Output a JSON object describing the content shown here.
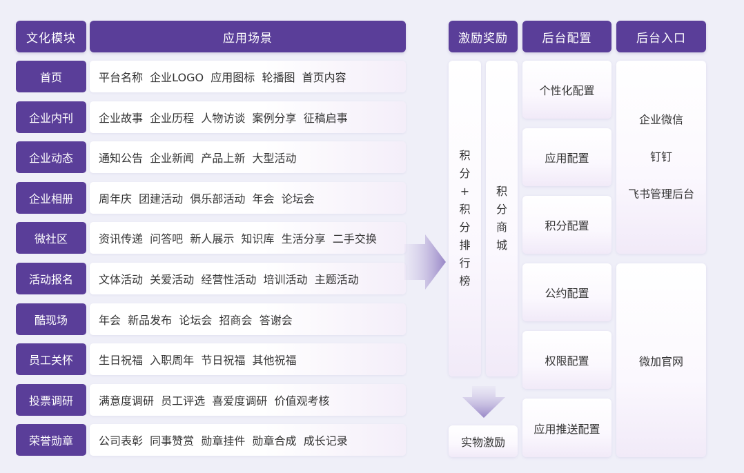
{
  "headers": {
    "culture_module": "文化模块",
    "application_scene": "应用场景",
    "incentive_reward": "激励奖励",
    "backend_config": "后台配置",
    "backend_entry": "后台入口"
  },
  "modules": [
    {
      "label": "首页",
      "scenes": "平台名称  企业LOGO  应用图标  轮播图  首页内容"
    },
    {
      "label": "企业内刊",
      "scenes": "企业故事  企业历程  人物访谈  案例分享  征稿启事"
    },
    {
      "label": "企业动态",
      "scenes": "通知公告  企业新闻  产品上新  大型活动"
    },
    {
      "label": "企业相册",
      "scenes": "周年庆  团建活动  俱乐部活动  年会  论坛会"
    },
    {
      "label": "微社区",
      "scenes": "资讯传递  问答吧  新人展示  知识库  生活分享  二手交换"
    },
    {
      "label": "活动报名",
      "scenes": "文体活动  关爱活动  经营性活动  培训活动  主题活动"
    },
    {
      "label": "酷现场",
      "scenes": "年会  新品发布  论坛会  招商会  答谢会"
    },
    {
      "label": "员工关怀",
      "scenes": "生日祝福  入职周年  节日祝福  其他祝福"
    },
    {
      "label": "投票调研",
      "scenes": "满意度调研  员工评选  喜爱度调研  价值观考核"
    },
    {
      "label": "荣誉勋章",
      "scenes": "公司表彰  同事赞赏  勋章挂件  勋章合成  成长记录"
    }
  ],
  "rewards": {
    "points_ranking": [
      "积",
      "分",
      "+",
      "积",
      "分",
      "排",
      "行",
      "榜"
    ],
    "points_mall": [
      "积",
      "分",
      "商",
      "城"
    ],
    "physical": "实物激励"
  },
  "config": [
    "个性化配置",
    "应用配置",
    "积分配置",
    "公约配置",
    "权限配置",
    "应用推送配置"
  ],
  "entries": {
    "group1": [
      "企业微信",
      "钉钉",
      "飞书管理后台"
    ],
    "group2": "微加官网"
  },
  "colors": {
    "header_bg": "#5a3e99",
    "page_bg": "#efeff8"
  }
}
